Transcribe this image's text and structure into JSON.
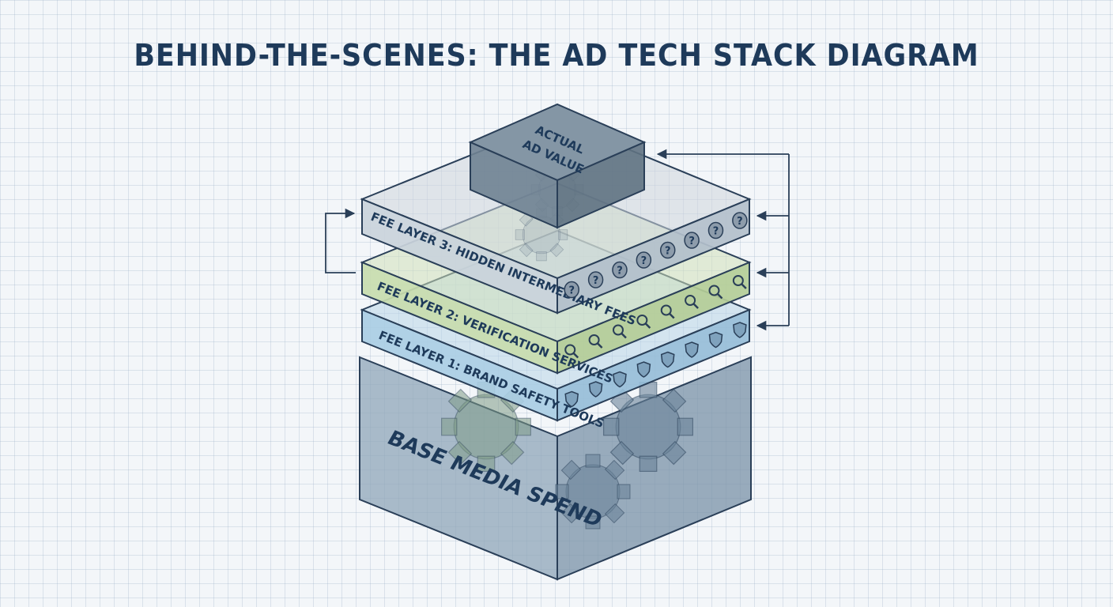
{
  "title": "BEHIND-THE-SCENES: THE AD TECH STACK DIAGRAM",
  "layers": {
    "top": {
      "line1": "ACTUAL",
      "line2": "AD VALUE"
    },
    "fee3": {
      "label": "FEE LAYER 3: HIDDEN INTERMEDIARY FEES",
      "icon": "question-icon"
    },
    "fee2": {
      "label": "FEE LAYER 2: VERIFICATION SERVICES",
      "icon": "magnifier-icon"
    },
    "fee1": {
      "label": "FEE LAYER 1: BRAND SAFETY TOOLS",
      "icon": "shield-icon"
    },
    "base": {
      "label": "BASE MEDIA SPEND"
    }
  },
  "colors": {
    "title": "#1e3a5a",
    "line": "#2a3f58",
    "fee3": "#cdd6dd",
    "fee2": "#cfe0b9",
    "fee1": "#b8d6e8",
    "base": "#8da3b5",
    "top": "#7b8d9c"
  }
}
